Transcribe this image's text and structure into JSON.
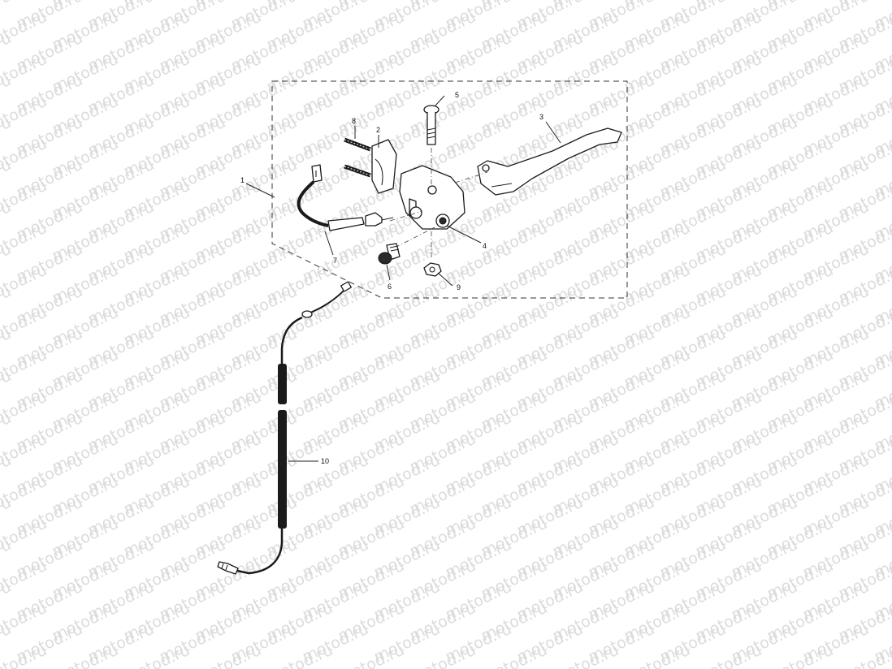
{
  "watermark": {
    "text": "motod.ru"
  },
  "callouts": [
    {
      "id": "c1",
      "text": "1"
    },
    {
      "id": "c2",
      "text": "2"
    },
    {
      "id": "c3",
      "text": "3"
    },
    {
      "id": "c4",
      "text": "4"
    },
    {
      "id": "c5",
      "text": "5"
    },
    {
      "id": "c6",
      "text": "6"
    },
    {
      "id": "c7",
      "text": "7"
    },
    {
      "id": "c8",
      "text": "8"
    },
    {
      "id": "c9",
      "text": "9"
    },
    {
      "id": "c10",
      "text": "10"
    }
  ]
}
